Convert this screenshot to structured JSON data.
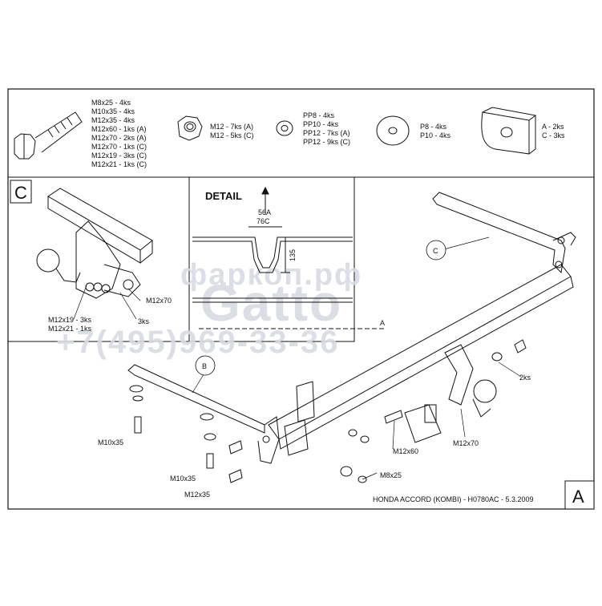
{
  "parts_box": {
    "bolt_list": [
      "M8x25 - 4ks",
      "M10x35 - 4ks",
      "M12x35 - 4ks",
      "M12x60 - 1ks (A)",
      "M12x70 - 2ks (A)",
      "M12x70 - 1ks (C)",
      "M12x19 - 3ks (C)",
      "M12x21 - 1ks (C)"
    ],
    "nut_list": [
      "M12 - 7ks (A)",
      "M12 - 5ks (C)"
    ],
    "washer_list": [
      "PP8 - 4ks",
      "PP10 - 4ks",
      "PP12 - 7ks (A)",
      "PP12 - 9ks (C)"
    ],
    "big_washer_list": [
      "P8 - 4ks",
      "P10 - 4ks"
    ],
    "spacer_list": [
      "A - 2ks",
      "C - 3ks"
    ]
  },
  "view_c": {
    "letter": "C",
    "labels": {
      "m12x19": "M12x19 - 3ks",
      "m12x21": "M12x21 - 1ks",
      "ks3": "3ks",
      "m12x70": "M12x70"
    }
  },
  "detail": {
    "title": "DETAIL",
    "dim_a": "56A",
    "dim_c": "76C",
    "dim_h": "135",
    "mark": "A"
  },
  "main": {
    "callout_b": "B",
    "callout_c": "C",
    "labels": {
      "ks2": "2ks",
      "m12x70": "M12x70",
      "m12x60": "M12x60",
      "m8x25": "M8x25",
      "m10x35_left": "M10x35",
      "m10x35_mid": "M10x35",
      "m12x35": "M12x35"
    }
  },
  "footer": {
    "title": "HONDA ACCORD (KOMBI) - H0780AC - 5.3.2009",
    "sheet_letter": "A"
  },
  "watermark": {
    "brand": "Gatto",
    "phone": "+7(495)969-33-36",
    "site": "фаркоп.рф"
  }
}
